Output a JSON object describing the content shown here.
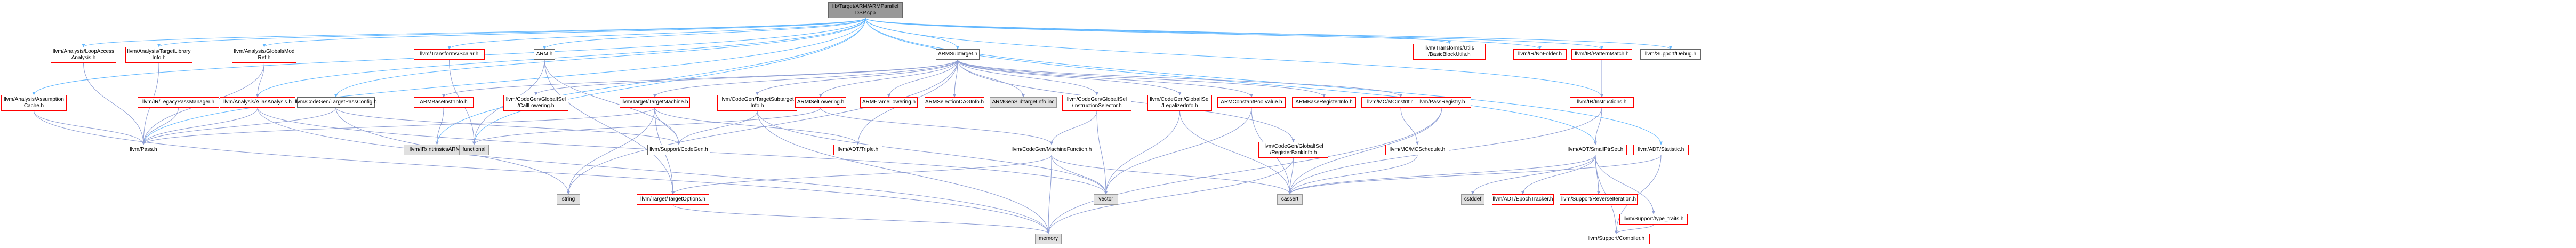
{
  "colors": {
    "edge_main": "#63b8ff",
    "edge_default": "#8e9ed4",
    "edge_red": "#cc0000",
    "edge_grey": "#999999",
    "node_grey_fill": "#e0e0e0",
    "node_root_fill": "#999999",
    "node_red_border": "#ff0000"
  },
  "graph": {
    "nodes": [
      {
        "id": "root",
        "label": "lib/Target/ARM/ARMParallel\nDSP.cpp",
        "kind": "root"
      },
      {
        "id": "la_loopaccess",
        "label": "llvm/Analysis/LoopAccess\nAnalysis.h",
        "kind": "red"
      },
      {
        "id": "la_targetlib",
        "label": "llvm/Analysis/TargetLibrary\nInfo.h",
        "kind": "red"
      },
      {
        "id": "la_globalsmod",
        "label": "llvm/Analysis/GlobalsMod\nRef.h",
        "kind": "red"
      },
      {
        "id": "la_assumption",
        "label": "llvm/Analysis/Assumption\nCache.h",
        "kind": "red"
      },
      {
        "id": "ir_legacypm",
        "label": "llvm/IR/LegacyPassManager.h",
        "kind": "red"
      },
      {
        "id": "la_alias",
        "label": "llvm/Analysis/AliasAnalysis.h",
        "kind": "red"
      },
      {
        "id": "cg_targetpass",
        "label": "llvm/CodeGen/TargetPassConfig.h",
        "kind": "local"
      },
      {
        "id": "tr_scalar",
        "label": "llvm/Transforms/Scalar.h",
        "kind": "red"
      },
      {
        "id": "arm_h",
        "label": "ARM.h",
        "kind": "local"
      },
      {
        "id": "arm_baseinstr",
        "label": "ARMBaseInstrInfo.h",
        "kind": "red"
      },
      {
        "id": "ir_intrinsicsarm",
        "label": "llvm/IR/IntrinsicsARM.h",
        "kind": "grey"
      },
      {
        "id": "functional",
        "label": "functional",
        "kind": "grey"
      },
      {
        "id": "pass_h",
        "label": "llvm/Pass.h",
        "kind": "red"
      },
      {
        "id": "cg_gisel_calllowering",
        "label": "llvm/CodeGen/GlobalISel\n/CallLowering.h",
        "kind": "red"
      },
      {
        "id": "target_machine",
        "label": "llvm/Target/TargetMachine.h",
        "kind": "red"
      },
      {
        "id": "cg_targetsubtarget",
        "label": "llvm/CodeGen/TargetSubtarget\nInfo.h",
        "kind": "red"
      },
      {
        "id": "support_codegen",
        "label": "llvm/Support/CodeGen.h",
        "kind": "local"
      },
      {
        "id": "arm_subtarget",
        "label": "ARMSubtarget.h",
        "kind": "local"
      },
      {
        "id": "arm_isellowering",
        "label": "ARMISelLowering.h",
        "kind": "red"
      },
      {
        "id": "arm_framelowering",
        "label": "ARMFrameLowering.h",
        "kind": "red"
      },
      {
        "id": "arm_selectiondag",
        "label": "ARMSelectionDAGInfo.h",
        "kind": "red"
      },
      {
        "id": "arm_gensubtargetinfo",
        "label": "ARMGenSubtargetInfo.inc",
        "kind": "grey"
      },
      {
        "id": "cg_gisel_instrsel",
        "label": "llvm/CodeGen/GlobalISel\n/InstructionSelector.h",
        "kind": "red"
      },
      {
        "id": "cg_gisel_legalizer",
        "label": "llvm/CodeGen/GlobalISel\n/LegalizerInfo.h",
        "kind": "red"
      },
      {
        "id": "arm_constantpool",
        "label": "ARMConstantPoolValue.h",
        "kind": "red"
      },
      {
        "id": "arm_baseregisterinfo",
        "label": "ARMBaseRegisterInfo.h",
        "kind": "red"
      },
      {
        "id": "mc_instrinfo",
        "label": "llvm/MC/MCInstrItineraries.h",
        "kind": "red"
      },
      {
        "id": "mc_schedule",
        "label": "llvm/MC/MCSchedule.h",
        "kind": "red"
      },
      {
        "id": "pass_registry",
        "label": "llvm/PassRegistry.h",
        "kind": "red"
      },
      {
        "id": "adt_triple",
        "label": "llvm/ADT/Triple.h",
        "kind": "red"
      },
      {
        "id": "cg_machinefunction",
        "label": "llvm/CodeGen/MachineFunction.h",
        "kind": "red"
      },
      {
        "id": "cg_gisel_regbank",
        "label": "llvm/CodeGen/GlobalISel\n/RegisterBankInfo.h",
        "kind": "red"
      },
      {
        "id": "target_options",
        "label": "llvm/Target/TargetOptions.h",
        "kind": "red"
      },
      {
        "id": "string",
        "label": "string",
        "kind": "grey"
      },
      {
        "id": "vector",
        "label": "vector",
        "kind": "grey"
      },
      {
        "id": "cassert",
        "label": "cassert",
        "kind": "grey"
      },
      {
        "id": "memory",
        "label": "memory",
        "kind": "grey"
      },
      {
        "id": "cstddef",
        "label": "cstddef",
        "kind": "grey"
      },
      {
        "id": "tr_utils_bbutils",
        "label": "llvm/Transforms/Utils\n/BasicBlockUtils.h",
        "kind": "red"
      },
      {
        "id": "ir_nofolder",
        "label": "llvm/IR/NoFolder.h",
        "kind": "red"
      },
      {
        "id": "ir_patternmatch",
        "label": "llvm/IR/PatternMatch.h",
        "kind": "red"
      },
      {
        "id": "ir_instructions",
        "label": "llvm/IR/Instructions.h",
        "kind": "red"
      },
      {
        "id": "support_debug",
        "label": "llvm/Support/Debug.h",
        "kind": "local"
      },
      {
        "id": "adt_smallptrset",
        "label": "llvm/ADT/SmallPtrSet.h",
        "kind": "red"
      },
      {
        "id": "adt_statistic",
        "label": "llvm/ADT/Statistic.h",
        "kind": "red"
      },
      {
        "id": "adt_epochtracker",
        "label": "llvm/ADT/EpochTracker.h",
        "kind": "red"
      },
      {
        "id": "support_reverseiteration",
        "label": "llvm/Support/ReverseIteration.h",
        "kind": "red"
      },
      {
        "id": "support_typetraits",
        "label": "llvm/Support/type_traits.h",
        "kind": "red"
      },
      {
        "id": "support_compiler",
        "label": "llvm/Support/Compiler.h",
        "kind": "red"
      }
    ],
    "edges": [
      [
        "root",
        "la_loopaccess"
      ],
      [
        "root",
        "la_targetlib"
      ],
      [
        "root",
        "la_globalsmod"
      ],
      [
        "root",
        "la_assumption"
      ],
      [
        "root",
        "la_alias"
      ],
      [
        "root",
        "cg_targetpass"
      ],
      [
        "root",
        "tr_scalar"
      ],
      [
        "root",
        "arm_h"
      ],
      [
        "root",
        "arm_subtarget"
      ],
      [
        "root",
        "pass_h"
      ],
      [
        "root",
        "tr_utils_bbutils"
      ],
      [
        "root",
        "ir_nofolder"
      ],
      [
        "root",
        "ir_patternmatch"
      ],
      [
        "root",
        "ir_instructions"
      ],
      [
        "root",
        "support_debug"
      ],
      [
        "root",
        "adt_smallptrset"
      ],
      [
        "root",
        "adt_statistic"
      ],
      [
        "root",
        "ir_intrinsicsarm"
      ],
      [
        "root",
        "functional"
      ],
      [
        "la_loopaccess",
        "pass_h"
      ],
      [
        "la_targetlib",
        "pass_h"
      ],
      [
        "la_globalsmod",
        "la_alias"
      ],
      [
        "la_globalsmod",
        "pass_h"
      ],
      [
        "la_assumption",
        "pass_h"
      ],
      [
        "la_assumption",
        "memory"
      ],
      [
        "ir_legacypm",
        "pass_h"
      ],
      [
        "la_alias",
        "pass_h"
      ],
      [
        "la_alias",
        "memory"
      ],
      [
        "la_alias",
        "vector"
      ],
      [
        "cg_targetpass",
        "pass_h"
      ],
      [
        "cg_targetpass",
        "support_codegen"
      ],
      [
        "cg_targetpass",
        "string"
      ],
      [
        "tr_scalar",
        "functional"
      ],
      [
        "arm_h",
        "functional"
      ],
      [
        "arm_h",
        "support_codegen"
      ],
      [
        "arm_h",
        "target_options"
      ],
      [
        "arm_baseinstr",
        "ir_intrinsicsarm"
      ],
      [
        "arm_subtarget",
        "arm_baseinstr"
      ],
      [
        "arm_subtarget",
        "cg_gisel_calllowering"
      ],
      [
        "arm_subtarget",
        "target_machine"
      ],
      [
        "arm_subtarget",
        "cg_targetsubtarget"
      ],
      [
        "arm_subtarget",
        "arm_isellowering"
      ],
      [
        "arm_subtarget",
        "arm_framelowering"
      ],
      [
        "arm_subtarget",
        "arm_selectiondag"
      ],
      [
        "arm_subtarget",
        "arm_gensubtargetinfo"
      ],
      [
        "arm_subtarget",
        "cg_gisel_instrsel"
      ],
      [
        "arm_subtarget",
        "cg_gisel_legalizer"
      ],
      [
        "arm_subtarget",
        "arm_constantpool"
      ],
      [
        "arm_subtarget",
        "arm_baseregisterinfo"
      ],
      [
        "arm_subtarget",
        "mc_instrinfo"
      ],
      [
        "arm_subtarget",
        "cg_gisel_regbank"
      ],
      [
        "arm_subtarget",
        "string"
      ],
      [
        "arm_subtarget",
        "adt_triple"
      ],
      [
        "target_machine",
        "pass_h"
      ],
      [
        "target_machine",
        "support_codegen"
      ],
      [
        "target_machine",
        "target_options"
      ],
      [
        "target_machine",
        "string"
      ],
      [
        "target_machine",
        "adt_triple"
      ],
      [
        "cg_targetsubtarget",
        "support_codegen"
      ],
      [
        "cg_targetsubtarget",
        "memory"
      ],
      [
        "cg_targetsubtarget",
        "vector"
      ],
      [
        "arm_isellowering",
        "functional"
      ],
      [
        "arm_isellowering",
        "cg_machinefunction"
      ],
      [
        "cg_gisel_instrsel",
        "cg_machinefunction"
      ],
      [
        "cg_gisel_instrsel",
        "vector"
      ],
      [
        "cg_gisel_legalizer",
        "cassert"
      ],
      [
        "cg_gisel_legalizer",
        "vector"
      ],
      [
        "arm_constantpool",
        "cassert"
      ],
      [
        "arm_constantpool",
        "vector"
      ],
      [
        "mc_instrinfo",
        "mc_schedule"
      ],
      [
        "mc_schedule",
        "cassert"
      ],
      [
        "cg_machinefunction",
        "memory"
      ],
      [
        "cg_machinefunction",
        "vector"
      ],
      [
        "cg_machinefunction",
        "cassert"
      ],
      [
        "cg_machinefunction",
        "target_options"
      ],
      [
        "cg_gisel_regbank",
        "cassert"
      ],
      [
        "cg_gisel_regbank",
        "memory"
      ],
      [
        "pass_registry",
        "cassert"
      ],
      [
        "pass_registry",
        "memory"
      ],
      [
        "target_options",
        "memory"
      ],
      [
        "ir_patternmatch",
        "ir_instructions"
      ],
      [
        "ir_instructions",
        "adt_smallptrset"
      ],
      [
        "ir_instructions",
        "cassert"
      ],
      [
        "adt_statistic",
        "support_compiler"
      ],
      [
        "adt_statistic",
        "cassert"
      ],
      [
        "adt_smallptrset",
        "adt_epochtracker"
      ],
      [
        "adt_smallptrset",
        "support_reverseiteration"
      ],
      [
        "adt_smallptrset",
        "support_typetraits"
      ],
      [
        "adt_smallptrset",
        "support_compiler"
      ],
      [
        "adt_smallptrset",
        "cassert"
      ],
      [
        "adt_smallptrset",
        "cstddef"
      ],
      [
        "support_typetraits",
        "support_compiler"
      ]
    ]
  }
}
